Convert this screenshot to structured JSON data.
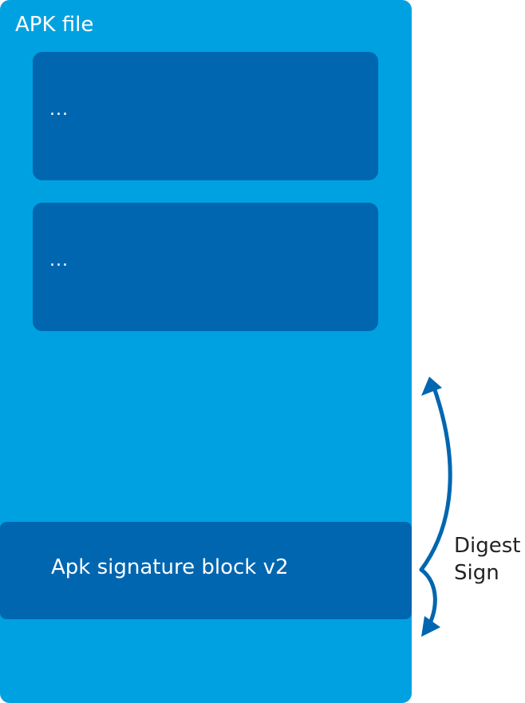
{
  "container": {
    "title": "APK file",
    "blocks": [
      {
        "text": "..."
      },
      {
        "text": "..."
      }
    ],
    "signature_block": {
      "label": "Apk signature block v2"
    }
  },
  "annotation": {
    "line1": "Digest",
    "line2": "Sign"
  },
  "colors": {
    "container": "#00A1E1",
    "inner_block": "#0066B0",
    "arrow": "#0066B0",
    "annotation_text": "#232323"
  }
}
